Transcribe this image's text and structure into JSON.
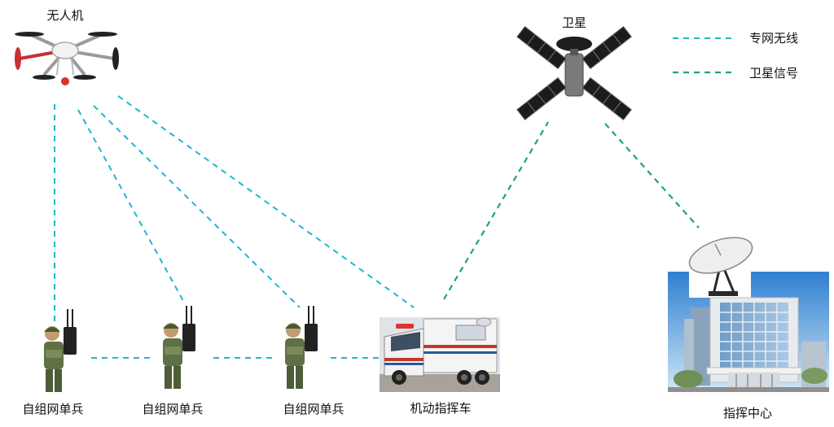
{
  "nodes": {
    "drone": "无人机",
    "satellite": "卫星",
    "soldiers": [
      "自组网单兵",
      "自组网单兵",
      "自组网单兵"
    ],
    "vehicle": "机动指挥车",
    "command_center": "指挥中心"
  },
  "legend": [
    {
      "label": "专网无线",
      "color": "#1fb5d6"
    },
    {
      "label": "卫星信号",
      "color": "#1aa865"
    }
  ]
}
